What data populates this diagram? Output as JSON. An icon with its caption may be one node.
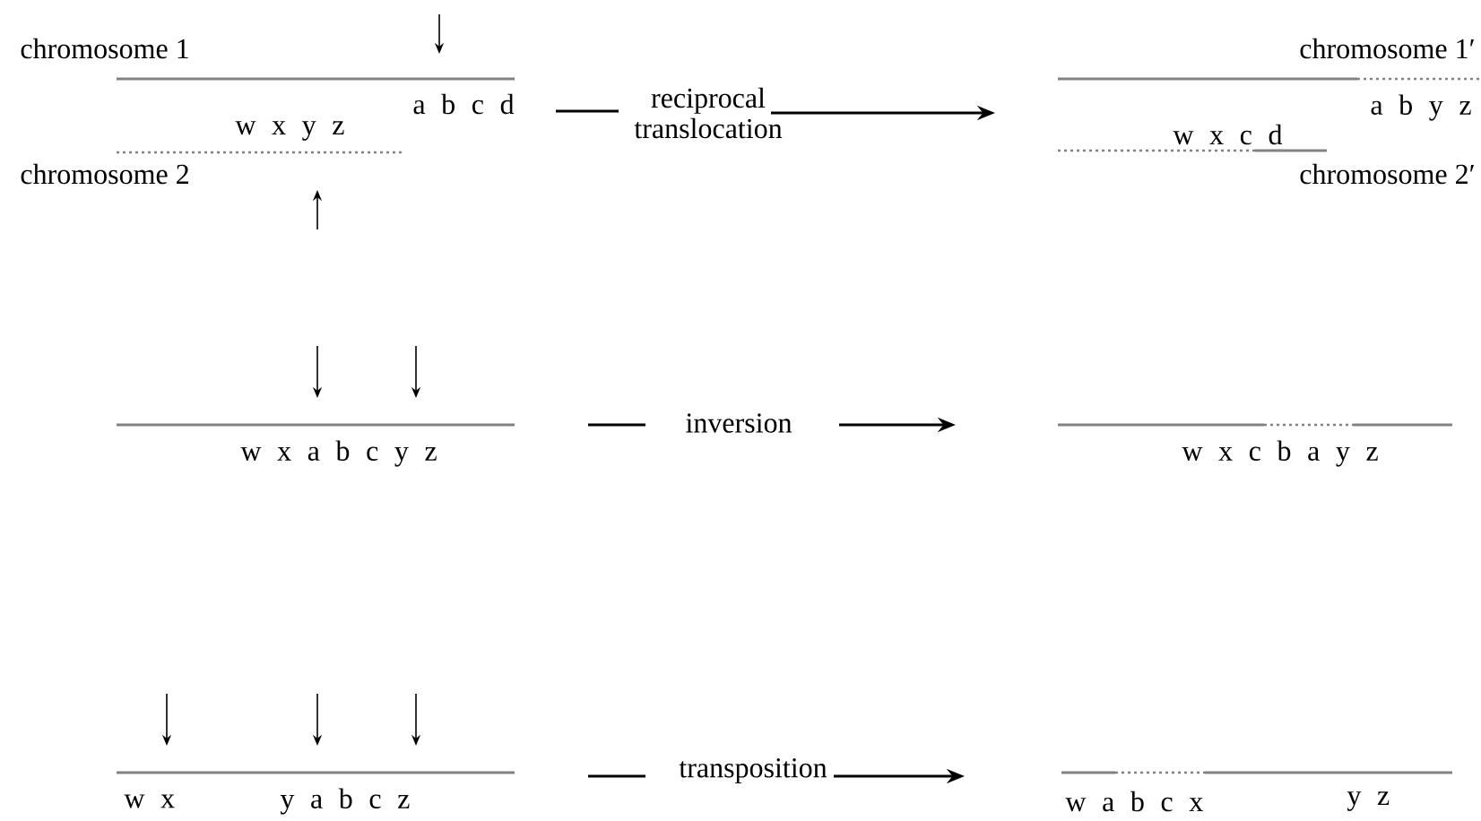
{
  "diagram": {
    "labels": [
      "chromosome 1",
      "chromosome 1′",
      "a b c d",
      "reciprocal translocation",
      "a b y z",
      "w x y z",
      "w x c d",
      "chromosome 2",
      "chromosome 2′",
      "w x a b c y z",
      "inversion",
      "w x c b a y z",
      "w x",
      "y a b c z",
      "transposition",
      "w a b c x",
      "y z"
    ]
  }
}
